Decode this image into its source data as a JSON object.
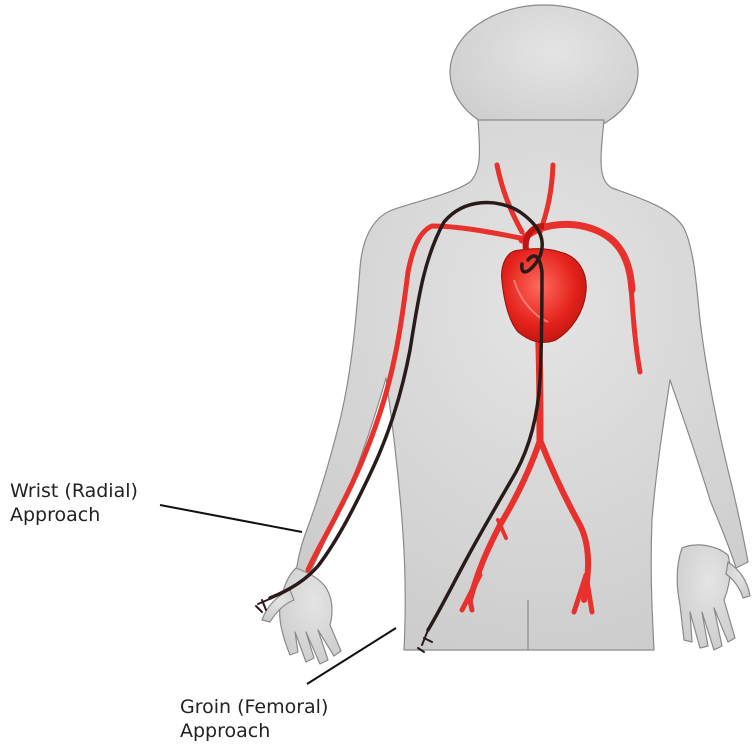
{
  "labels": {
    "radial": {
      "line1": "Wrist (Radial)",
      "line2": "Approach"
    },
    "femoral": {
      "line1": "Groin (Femoral)",
      "line2": "Approach"
    }
  },
  "colors": {
    "body_fill": "#d6d6d6",
    "body_outline": "#8a8a8a",
    "artery": "#e8312c",
    "heart": "#e0201c",
    "catheter": "#2a1a1a",
    "leader_line": "#111111"
  }
}
